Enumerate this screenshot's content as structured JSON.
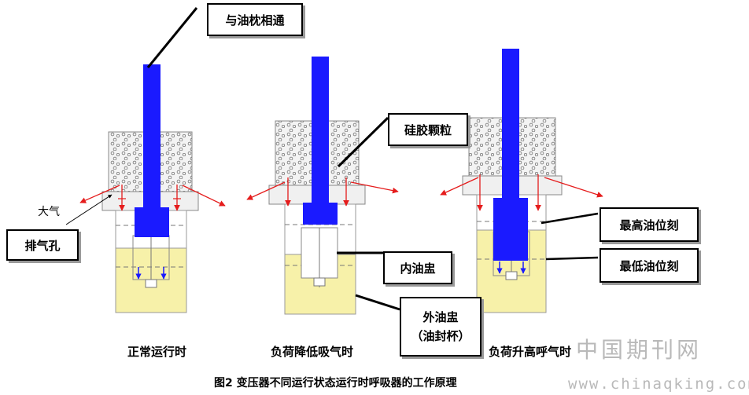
{
  "labels": {
    "connect_conservator": "与油枕相通",
    "silica_gel": "硅胶颗粒",
    "atmosphere": "大气",
    "vent_hole": "排气孔",
    "highest_oil_mark": "最高油位刻",
    "lowest_oil_mark": "最低油位刻",
    "inner_oil_cup": "内油盅",
    "outer_oil_cup_line1": "外油盅",
    "outer_oil_cup_line2": "（油封杯）"
  },
  "states": [
    "正常运行时",
    "负荷降低吸气时",
    "负荷升高呼气时"
  ],
  "figure_caption": "图2 变压器不同运行状态运行时呼吸器的工作原理",
  "watermark": {
    "cn": "中国期刊网",
    "url": "www.chinaqking.com"
  },
  "colors": {
    "pipe_blue": "#1a1aff",
    "oil_yellow": "#f7f1a9",
    "airflow_red": "#e51c1c",
    "downflow_blue": "#1a1aff"
  }
}
